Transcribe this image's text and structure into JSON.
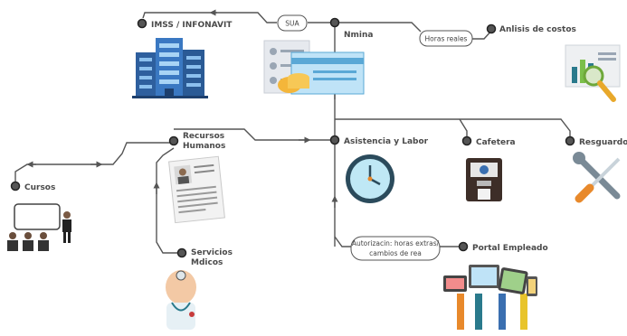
{
  "nodes": {
    "imss": "IMSS / INFONAVIT",
    "nomina": "Nmina",
    "analisis": "Anlisis de costos",
    "recursos_1": "Recursos",
    "recursos_2": "Humanos",
    "asistencia": "Asistencia y Labor",
    "cafeteria": "Cafetera",
    "resguardo": "Resguardo",
    "cursos": "Cursos",
    "servicios_1": "Servicios",
    "servicios_2": "Mdicos",
    "portal": "Portal Empleado"
  },
  "edge_labels": {
    "sua": "SUA",
    "horas_reales": "Horas reales",
    "autorizacion_1": "Autorizacin: horas extras/",
    "autorizacion_2": "cambios de rea"
  },
  "icons": [
    "building-icon",
    "payroll-icon",
    "chart-magnifier-icon",
    "resume-icon",
    "clock-icon",
    "coffee-machine-icon",
    "tools-icon",
    "classroom-icon",
    "doctor-icon",
    "hands-devices-icon"
  ],
  "colors": {
    "line": "#555555",
    "accent_blue": "#3a6fb0",
    "accent_teal": "#2a7a8c",
    "accent_orange": "#e8892b"
  }
}
